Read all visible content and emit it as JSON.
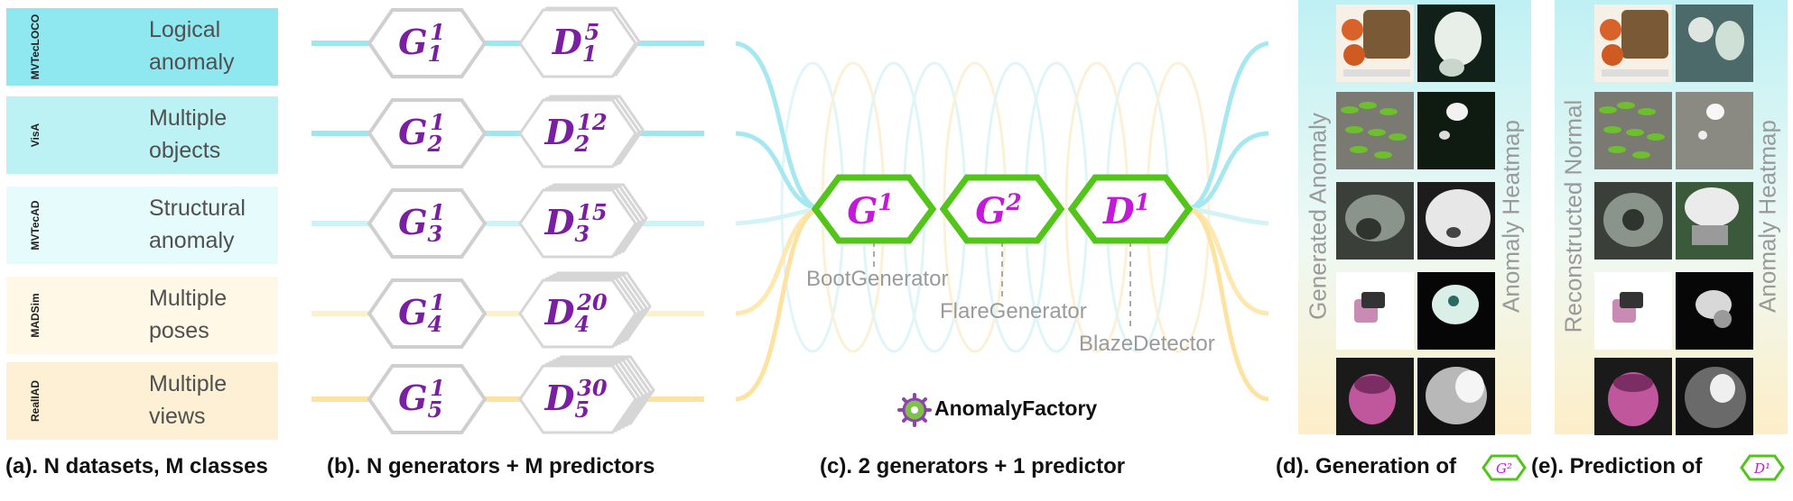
{
  "datasets": [
    {
      "short": "MVTecLOCO",
      "label_line1": "Logical",
      "label_line2": "anomaly",
      "color": "#8fe8f0"
    },
    {
      "short": "VisA",
      "label_line1": "Multiple",
      "label_line2": "objects",
      "color": "#bdf2f5"
    },
    {
      "short": "MVTecAD",
      "label_line1": "Structural",
      "label_line2": "anomaly",
      "color": "#e6fbfc"
    },
    {
      "short": "MADSim",
      "label_line1": "Multiple",
      "label_line2": "poses",
      "color": "#fff8e6"
    },
    {
      "short": "RealIAD",
      "label_line1": "Multiple",
      "label_line2": "views",
      "color": "#fdf0d4"
    }
  ],
  "panel_b": {
    "generators": [
      {
        "base": "G",
        "sup": "1",
        "sub": "1"
      },
      {
        "base": "G",
        "sup": "1",
        "sub": "2"
      },
      {
        "base": "G",
        "sup": "1",
        "sub": "3"
      },
      {
        "base": "G",
        "sup": "1",
        "sub": "4"
      },
      {
        "base": "G",
        "sup": "1",
        "sub": "5"
      }
    ],
    "predictors": [
      {
        "base": "D",
        "sup": "5",
        "sub": "1"
      },
      {
        "base": "D",
        "sup": "12",
        "sub": "2"
      },
      {
        "base": "D",
        "sup": "15",
        "sub": "3"
      },
      {
        "base": "D",
        "sup": "20",
        "sub": "4"
      },
      {
        "base": "D",
        "sup": "30",
        "sub": "5"
      }
    ]
  },
  "panel_c": {
    "nodes": [
      {
        "base": "G",
        "sup": "1"
      },
      {
        "base": "G",
        "sup": "2"
      },
      {
        "base": "D",
        "sup": "1"
      }
    ],
    "names": [
      "BootGenerator",
      "FlareGenerator",
      "BlazeDetector"
    ],
    "brand": "AnomalyFactory"
  },
  "panel_d": {
    "vertical_left": "Generated Anomaly",
    "vertical_right": "Anomaly Heatmap"
  },
  "panel_e": {
    "vertical_left": "Reconstructed Normal",
    "vertical_right": "Anomaly Heatmap"
  },
  "captions": {
    "a": "(a). N datasets, M classes",
    "b": "(b). N generators + M predictors",
    "c": "(c). 2 generators + 1 predictor",
    "d": "(d). Generation of",
    "d_badge": "G²",
    "e": "(e). Prediction of",
    "e_badge": "D¹"
  },
  "colors": {
    "cyan": "#8fe3ee",
    "yellow": "#fde19a",
    "green": "#52c41a",
    "purple": "#7b1fa2",
    "magenta": "#c21ad8",
    "hex_gray": "#cfcfcf"
  }
}
